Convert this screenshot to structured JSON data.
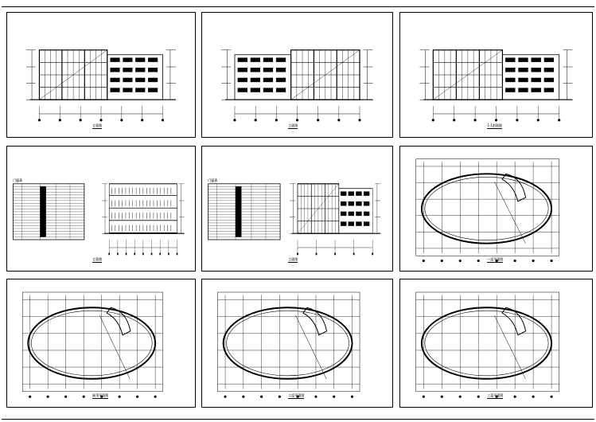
{
  "sheets": [
    {
      "type": "elevation-front",
      "caption": "立面图"
    },
    {
      "type": "elevation-back",
      "caption": "立面图"
    },
    {
      "type": "section",
      "caption": "1-1剖面图"
    },
    {
      "type": "elevation-side",
      "caption": "立面图",
      "table_title": "门窗表"
    },
    {
      "type": "elevation-glass",
      "caption": "立面图",
      "table_title": "门窗表"
    },
    {
      "type": "plan",
      "caption": "一层平面图"
    },
    {
      "type": "plan",
      "caption": "屋顶平面图"
    },
    {
      "type": "plan",
      "caption": "二层平面图"
    },
    {
      "type": "plan",
      "caption": "三层平面图"
    }
  ],
  "colors": {
    "line": "#000000",
    "paper": "#ffffff"
  }
}
